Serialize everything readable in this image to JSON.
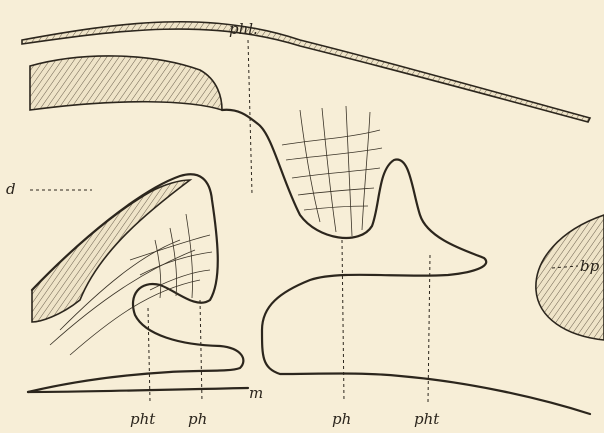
{
  "labels": {
    "phl": "phl.",
    "d": "d",
    "bp": "bp",
    "pht_left": "pht",
    "ph_left": "ph",
    "m": "m",
    "ph_right": "ph",
    "pht_right": "pht"
  }
}
